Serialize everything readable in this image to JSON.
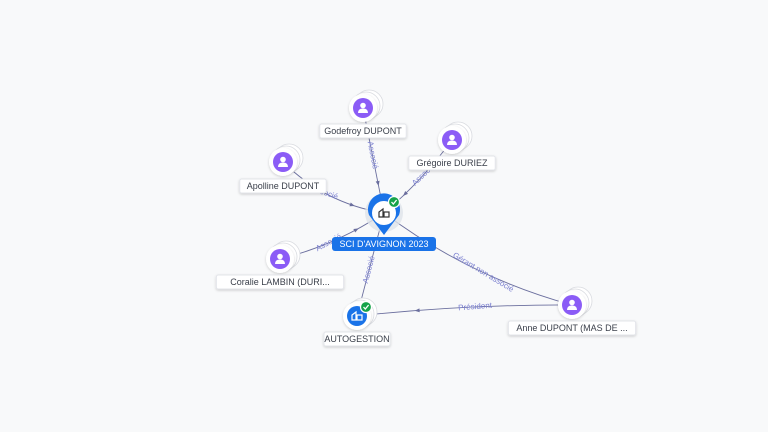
{
  "graph": {
    "colors": {
      "person": "#8b5cf6",
      "company": "#1a73e8",
      "edge": "#6b6f9e",
      "check": "#16a34a"
    },
    "nodes": [
      {
        "id": "sci",
        "label": "SCI D'AVIGNON 2023",
        "kind": "company",
        "focus": true,
        "verified": true,
        "icon": "building-icon"
      },
      {
        "id": "godefroy",
        "label": "Godefroy DUPONT",
        "kind": "person",
        "icon": "person-icon"
      },
      {
        "id": "gregoire",
        "label": "Grégoire DURIEZ",
        "kind": "person",
        "icon": "person-icon"
      },
      {
        "id": "apolline",
        "label": "Apolline DUPONT",
        "kind": "person",
        "icon": "person-icon"
      },
      {
        "id": "coralie",
        "label": "Coralie LAMBIN (DURI...",
        "kind": "person",
        "icon": "person-icon"
      },
      {
        "id": "autogestion",
        "label": "AUTOGESTION",
        "kind": "company",
        "verified": true,
        "icon": "building-icon"
      },
      {
        "id": "anne",
        "label": "Anne DUPONT (MAS DE ...",
        "kind": "person",
        "icon": "person-icon"
      }
    ],
    "edges": [
      {
        "from": "godefroy",
        "to": "sci",
        "label": "Associé"
      },
      {
        "from": "gregoire",
        "to": "sci",
        "label": "Associé"
      },
      {
        "from": "apolline",
        "to": "sci",
        "label": "Associé"
      },
      {
        "from": "coralie",
        "to": "sci",
        "label": "Associé"
      },
      {
        "from": "autogestion",
        "to": "sci",
        "label": "Associé"
      },
      {
        "from": "anne",
        "to": "sci",
        "label": "Gérant non associé"
      },
      {
        "from": "anne",
        "to": "autogestion",
        "label": "Président"
      }
    ]
  }
}
